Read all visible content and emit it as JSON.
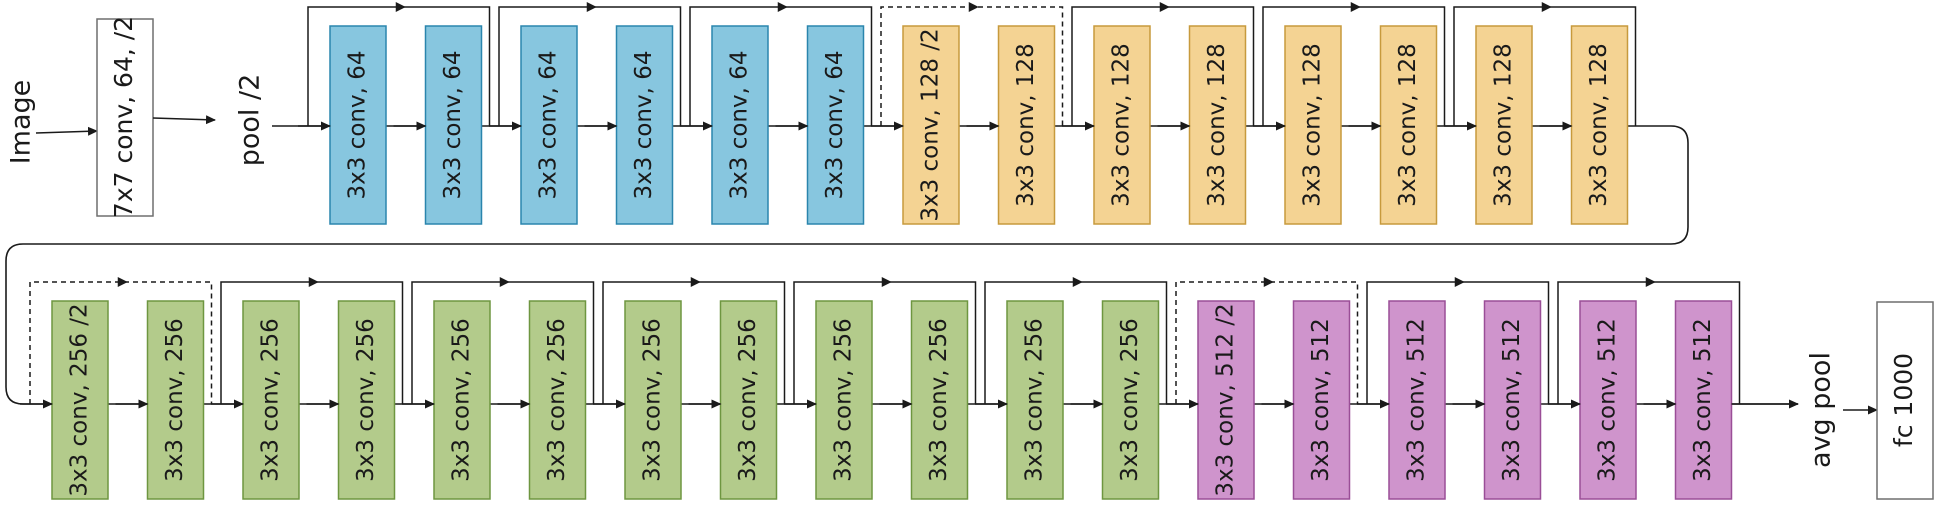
{
  "labels": {
    "image": "Image",
    "conv7": "7x7 conv, 64, /2",
    "pool": "pool /2",
    "avg_pool": "avg pool",
    "fc": "fc 1000"
  },
  "stages": [
    {
      "name": "conv64",
      "fill": "#87c6df",
      "stroke": "#2a85ad",
      "layers": [
        "3x3 conv, 64",
        "3x3 conv, 64",
        "3x3 conv, 64",
        "3x3 conv, 64",
        "3x3 conv, 64",
        "3x3 conv, 64"
      ]
    },
    {
      "name": "conv128",
      "fill": "#f4d393",
      "stroke": "#c79a3d",
      "layers": [
        "3x3 conv, 128 /2",
        "3x3 conv, 128",
        "3x3 conv, 128",
        "3x3 conv, 128",
        "3x3 conv, 128",
        "3x3 conv, 128",
        "3x3 conv, 128",
        "3x3 conv, 128"
      ]
    },
    {
      "name": "conv256",
      "fill": "#b3cb8b",
      "stroke": "#6e9640",
      "layers": [
        "3x3 conv, 256 /2",
        "3x3 conv, 256",
        "3x3 conv, 256",
        "3x3 conv, 256",
        "3x3 conv, 256",
        "3x3 conv, 256",
        "3x3 conv, 256",
        "3x3 conv, 256",
        "3x3 conv, 256",
        "3x3 conv, 256",
        "3x3 conv, 256",
        "3x3 conv, 256"
      ]
    },
    {
      "name": "conv512",
      "fill": "#cf94cc",
      "stroke": "#9a4e97",
      "layers": [
        "3x3 conv, 512 /2",
        "3x3 conv, 512",
        "3x3 conv, 512",
        "3x3 conv, 512",
        "3x3 conv, 512",
        "3x3 conv, 512"
      ]
    }
  ],
  "shortcuts": {
    "row1": [
      "solid",
      "solid",
      "solid",
      "dashed",
      "solid",
      "solid",
      "solid"
    ],
    "row2": [
      "dashed",
      "solid",
      "solid",
      "solid",
      "solid",
      "solid",
      "dashed",
      "solid",
      "solid"
    ]
  }
}
